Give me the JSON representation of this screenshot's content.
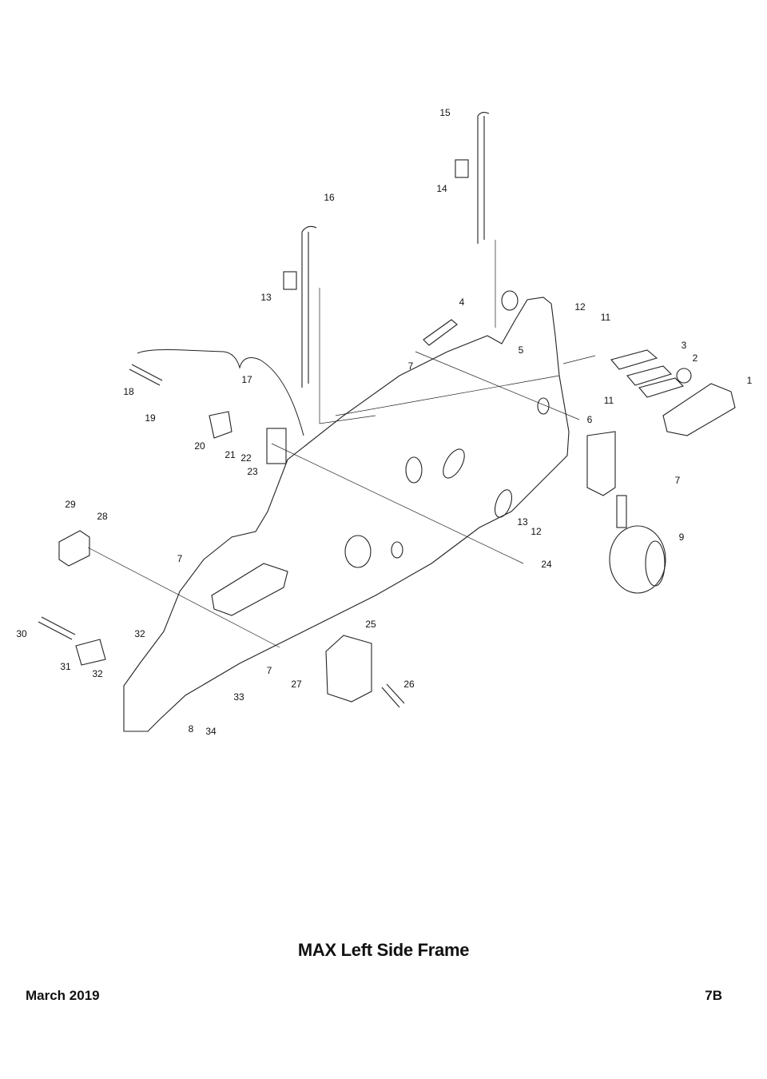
{
  "diagram": {
    "callouts": [
      "1",
      "2",
      "3",
      "4",
      "5",
      "6",
      "7",
      "7",
      "7",
      "7",
      "8",
      "9",
      "11",
      "11",
      "12",
      "12",
      "13",
      "13",
      "14",
      "15",
      "16",
      "17",
      "18",
      "19",
      "20",
      "21",
      "22",
      "23",
      "24",
      "25",
      "26",
      "27",
      "28",
      "29",
      "30",
      "31",
      "32",
      "32",
      "33",
      "34"
    ]
  },
  "footer": {
    "title": "MAX Left Side Frame",
    "date": "March 2019",
    "page": "7B"
  }
}
